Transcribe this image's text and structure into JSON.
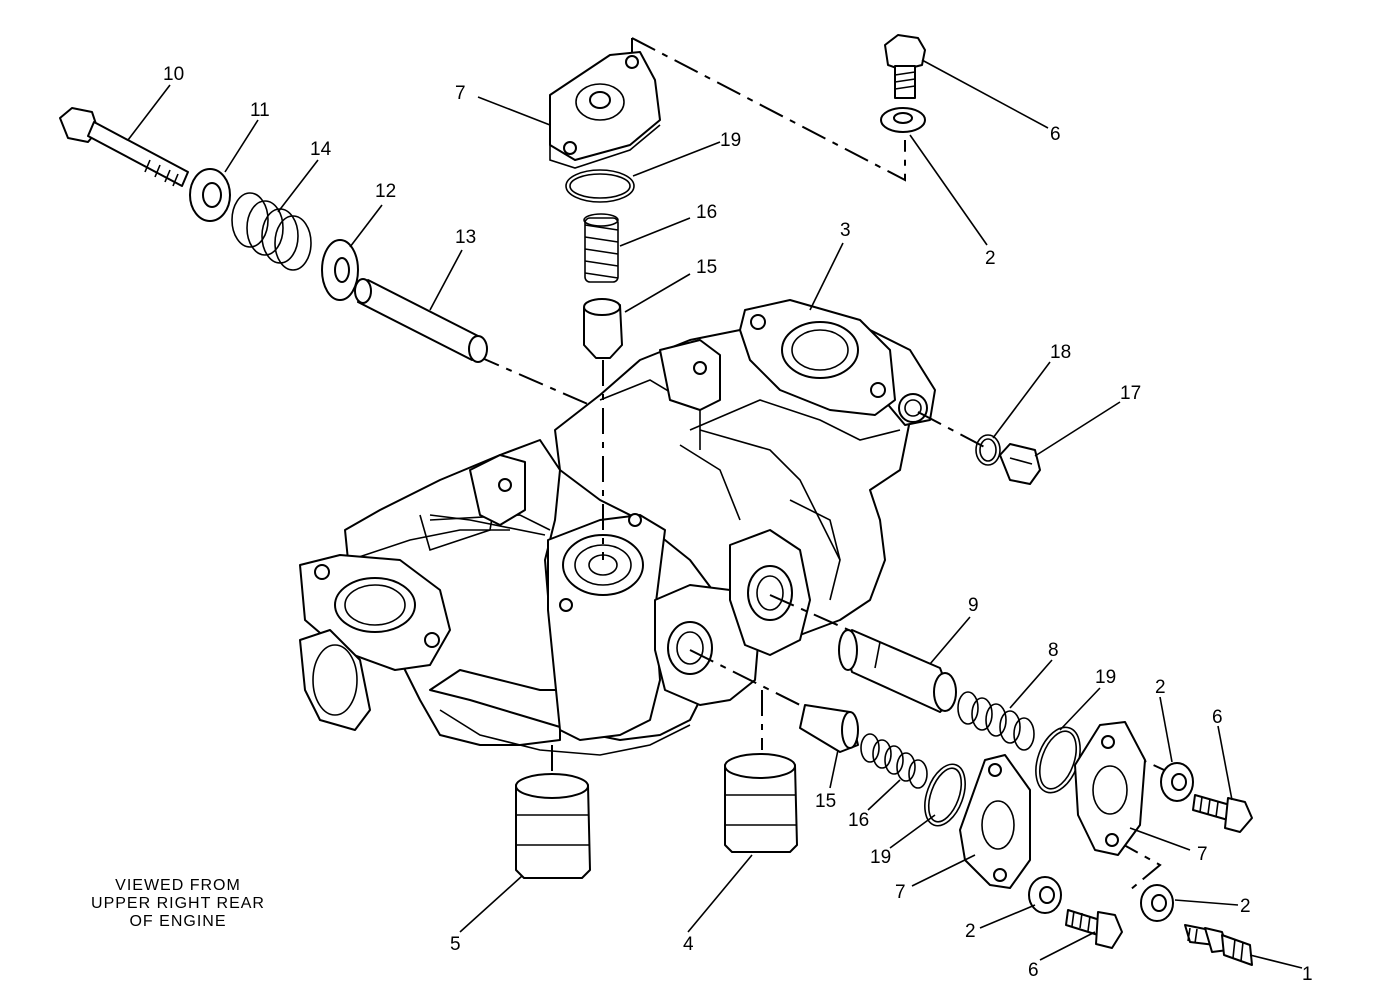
{
  "caption": {
    "line1": "VIEWED FROM",
    "line2": "UPPER RIGHT REAR",
    "line3": "OF ENGINE"
  },
  "callouts": {
    "c1": "1",
    "c2a": "2",
    "c2b": "2",
    "c2c": "2",
    "c2d": "2",
    "c3": "3",
    "c4": "4",
    "c5": "5",
    "c6a": "6",
    "c6b": "6",
    "c6c": "6",
    "c7a": "7",
    "c7b": "7",
    "c7c": "7",
    "c8": "8",
    "c9": "9",
    "c10": "10",
    "c11": "11",
    "c12": "12",
    "c13": "13",
    "c14": "14",
    "c15a": "15",
    "c15b": "15",
    "c16a": "16",
    "c16b": "16",
    "c17": "17",
    "c18": "18",
    "c19a": "19",
    "c19b": "19",
    "c19c": "19"
  }
}
